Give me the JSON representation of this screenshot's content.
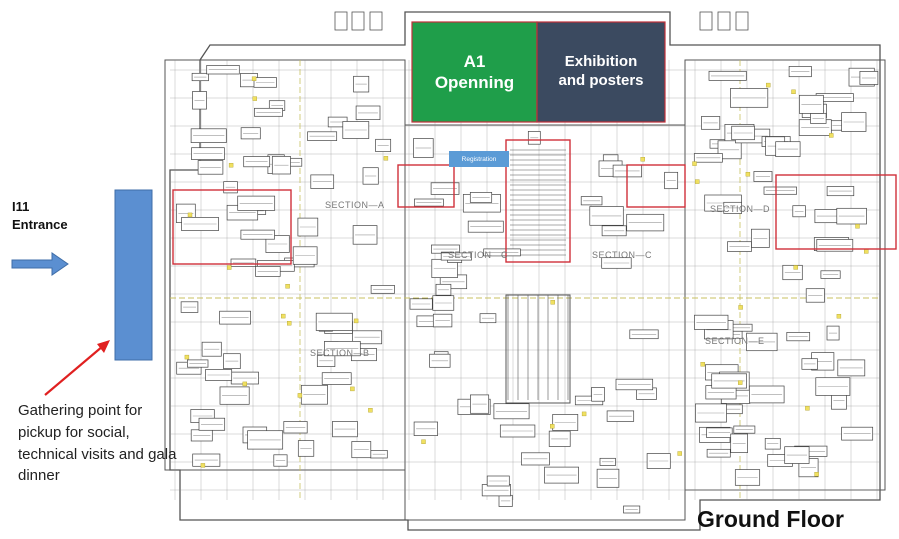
{
  "entrance": {
    "line1": "I11",
    "line2": "Entrance"
  },
  "gathering_point": "Gathering point for pickup for social, technical visits and gala dinner",
  "floor_label": "Ground Floor",
  "boxes": {
    "a1": {
      "line1": "A1",
      "line2": "Openning",
      "color": "#1f9e4a"
    },
    "exhibition": {
      "line1": "Exhibition",
      "line2": "and posters",
      "color": "#3b4a60"
    }
  },
  "registration": "Registration",
  "sections": {
    "a": "SECTION—A",
    "b": "SECTION—B",
    "c_left": "SECTION—C",
    "c_right": "SECTION—C",
    "d": "SECTION—D",
    "e": "SECTION—E"
  },
  "colors": {
    "gathering_bar": "#5b8fd1",
    "arrow_red": "#e02020",
    "highlight_red": "#d0303a",
    "plan_line": "#555555"
  }
}
